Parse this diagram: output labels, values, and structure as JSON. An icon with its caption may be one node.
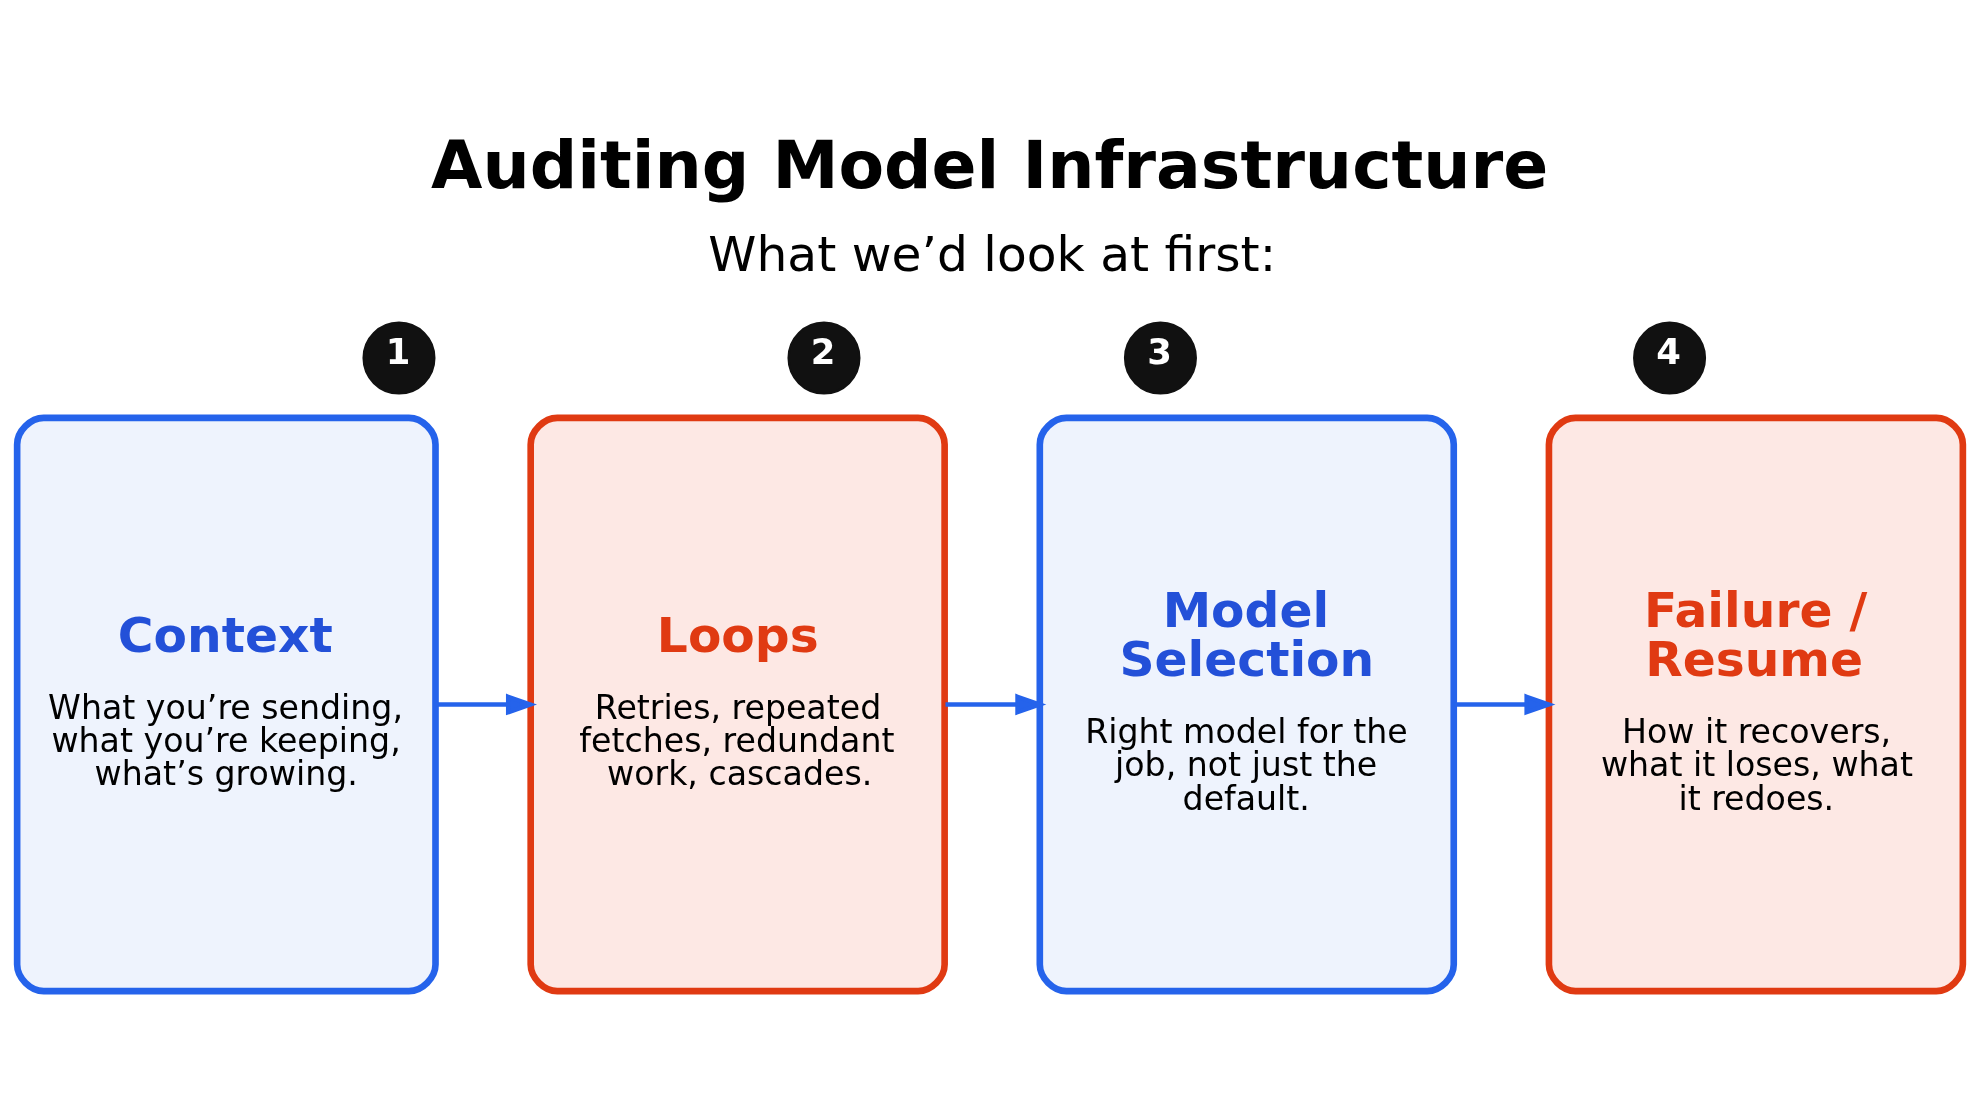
{
  "diagram": {
    "title": "Auditing Model Infrastructure",
    "nodes": [
      {
        "text": [
          "1"
        ]
      },
      {
        "text": [
          "Context",
          "What you’re sending, what you’re keeping, what’s growing."
        ]
      },
      {
        "text": [
          "2"
        ]
      },
      {
        "text": [
          "Loops",
          "Retries, repeated fetches, redundant work, cascades."
        ]
      },
      {
        "text": [
          "3"
        ]
      },
      {
        "text": [
          "Model Selection",
          "Right model for the job, not just the default."
        ]
      },
      {
        "text": [
          "4"
        ]
      },
      {
        "text": [
          "Failure / Resume",
          "How it recovers, what it loses, what it redoes."
        ]
      }
    ],
    "edges": [
      {
        "from": 1,
        "to": 3,
        "arrow": "to"
      },
      {
        "from": 3,
        "to": 5,
        "arrow": "to"
      },
      {
        "from": 5,
        "to": 7,
        "arrow": "to"
      }
    ],
    "labels": [
      "What we’d look at first:"
    ]
  }
}
